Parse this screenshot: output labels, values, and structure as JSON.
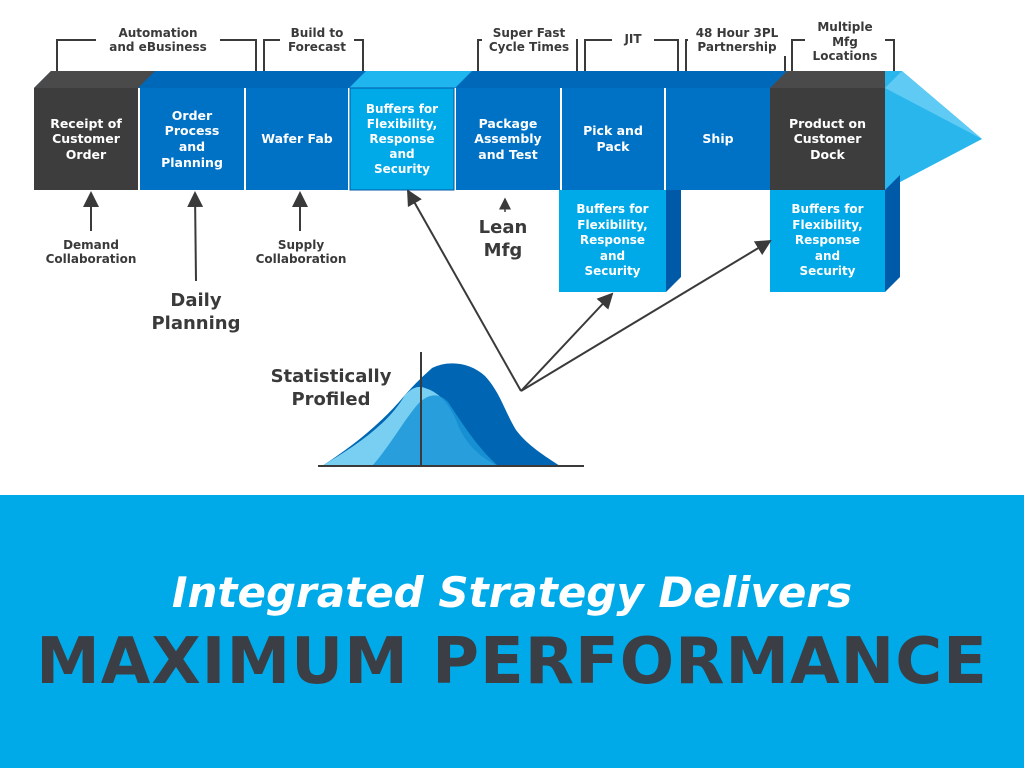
{
  "colors": {
    "dark_gray": "#3d3d3d",
    "mid_blue": "#0072c6",
    "dark_blue": "#005aa8",
    "light_blue": "#00a9e8",
    "text_dark": "#3a3a3a",
    "banner": "#00a9e8"
  },
  "top_brackets": [
    {
      "label": "Automation\nand eBusiness"
    },
    {
      "label": "Build to\nForecast"
    },
    {
      "label": "Super Fast\nCycle Times"
    },
    {
      "label": "JIT"
    },
    {
      "label": "48 Hour 3PL\nPartnership"
    },
    {
      "label": "Multiple\nMfg\nLocations"
    }
  ],
  "stages": [
    {
      "label": "Receipt of\nCustomer\nOrder",
      "color": "#3d3d3d"
    },
    {
      "label": "Order\nProcess\nand\nPlanning",
      "color": "#0072c6"
    },
    {
      "label": "Wafer Fab",
      "color": "#0072c6"
    },
    {
      "label": "Buffers for\nFlexibility,\nResponse\nand\nSecurity",
      "color": "#00a9e8"
    },
    {
      "label": "Package\nAssembly\nand Test",
      "color": "#0072c6"
    },
    {
      "label": "Pick and\nPack",
      "color": "#0072c6"
    },
    {
      "label": "Ship",
      "color": "#0072c6"
    },
    {
      "label": "Product on\nCustomer\nDock",
      "color": "#3d3d3d"
    }
  ],
  "bottom_buffers": [
    {
      "label": "Buffers for\nFlexibility,\nResponse\nand\nSecurity"
    },
    {
      "label": "Buffers for\nFlexibility,\nResponse\nand\nSecurity"
    }
  ],
  "annotations": {
    "demand": "Demand\nCollaboration",
    "supply": "Supply\nCollaboration",
    "daily": "Daily\nPlanning",
    "lean": "Lean\nMfg",
    "stat": "Statistically\nProfiled"
  },
  "banner": {
    "tagline": "Integrated Strategy Delivers",
    "headline": "MAXIMUM PERFORMANCE"
  }
}
